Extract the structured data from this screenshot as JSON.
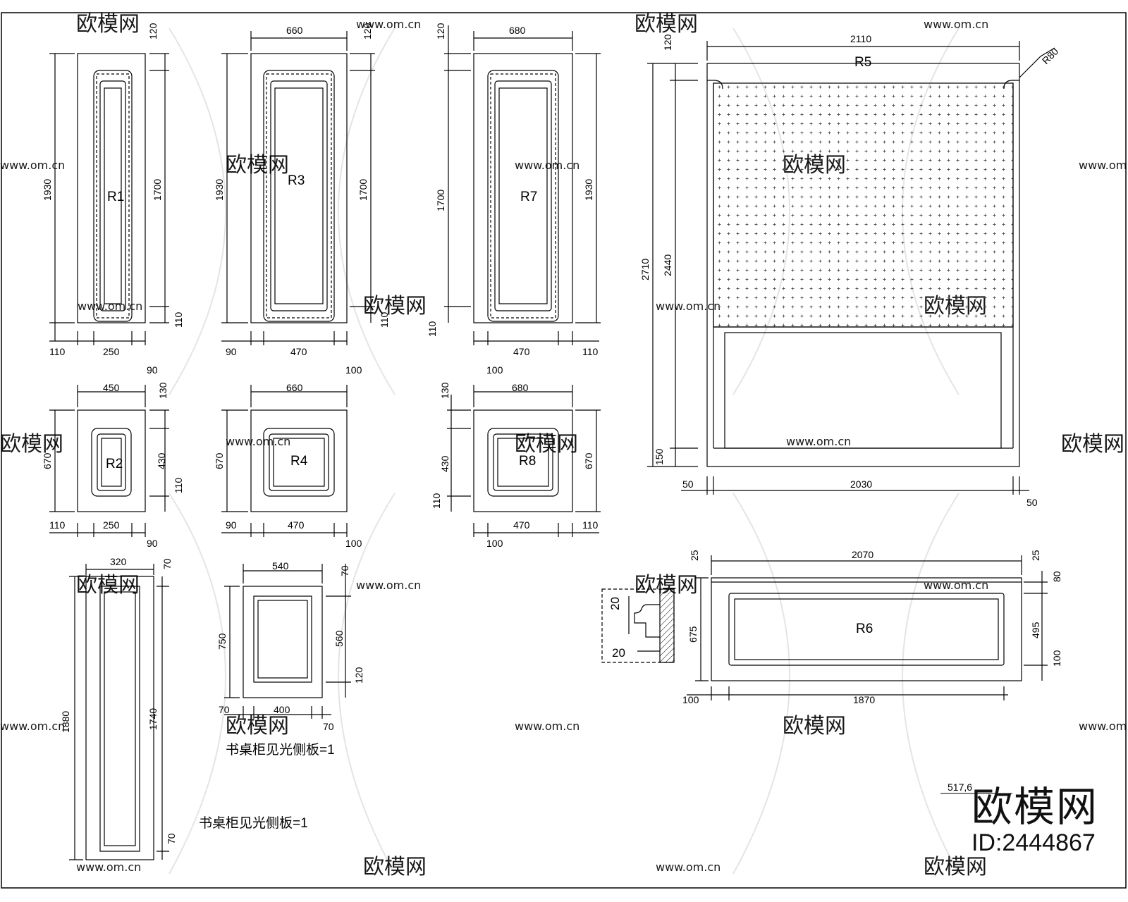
{
  "panels": {
    "R1": {
      "label": "R1",
      "dims": [
        "120",
        "1930",
        "1700",
        "110",
        "110",
        "250",
        "90"
      ]
    },
    "R3": {
      "label": "R3",
      "dims": [
        "660",
        "120",
        "1930",
        "1700",
        "110",
        "90",
        "470",
        "100"
      ]
    },
    "R7": {
      "label": "R7",
      "dims": [
        "680",
        "120",
        "1700",
        "1930",
        "110",
        "100",
        "470",
        "110"
      ]
    },
    "R2": {
      "label": "R2",
      "dims": [
        "450",
        "130",
        "670",
        "430",
        "110",
        "110",
        "250",
        "90"
      ]
    },
    "R4": {
      "label": "R4",
      "dims": [
        "660",
        "670",
        "90",
        "470",
        "100"
      ]
    },
    "R8": {
      "label": "R8",
      "dims": [
        "680",
        "130",
        "430",
        "110",
        "670",
        "100",
        "470",
        "110"
      ]
    },
    "R5": {
      "label": "R5",
      "dims": [
        "2110",
        "R80",
        "120",
        "2710",
        "2440",
        "150",
        "50",
        "2030",
        "50"
      ]
    },
    "R6": {
      "label": "R6",
      "dims": [
        "2070",
        "25",
        "25",
        "80",
        "675",
        "495",
        "100",
        "100",
        "1870"
      ]
    },
    "side_tall": {
      "dims": [
        "320",
        "70",
        "1880",
        "1740",
        "70"
      ]
    },
    "side_small": {
      "dims": [
        "540",
        "70",
        "750",
        "560",
        "120",
        "70",
        "400",
        "70"
      ]
    },
    "profile": {
      "dims": [
        "20",
        "20"
      ]
    },
    "misc": {
      "dims": [
        "517,6"
      ]
    }
  },
  "notes": {
    "note1": "书桌柜见光侧板=1",
    "note2": "书桌柜见光侧板=1"
  },
  "watermark": {
    "brand_cn": "欧模网",
    "url": "www.om.cn",
    "id_text": "ID:2444867"
  },
  "colors": {
    "line": "#000000",
    "background": "#ffffff",
    "watermark": "#c8c8c8"
  }
}
